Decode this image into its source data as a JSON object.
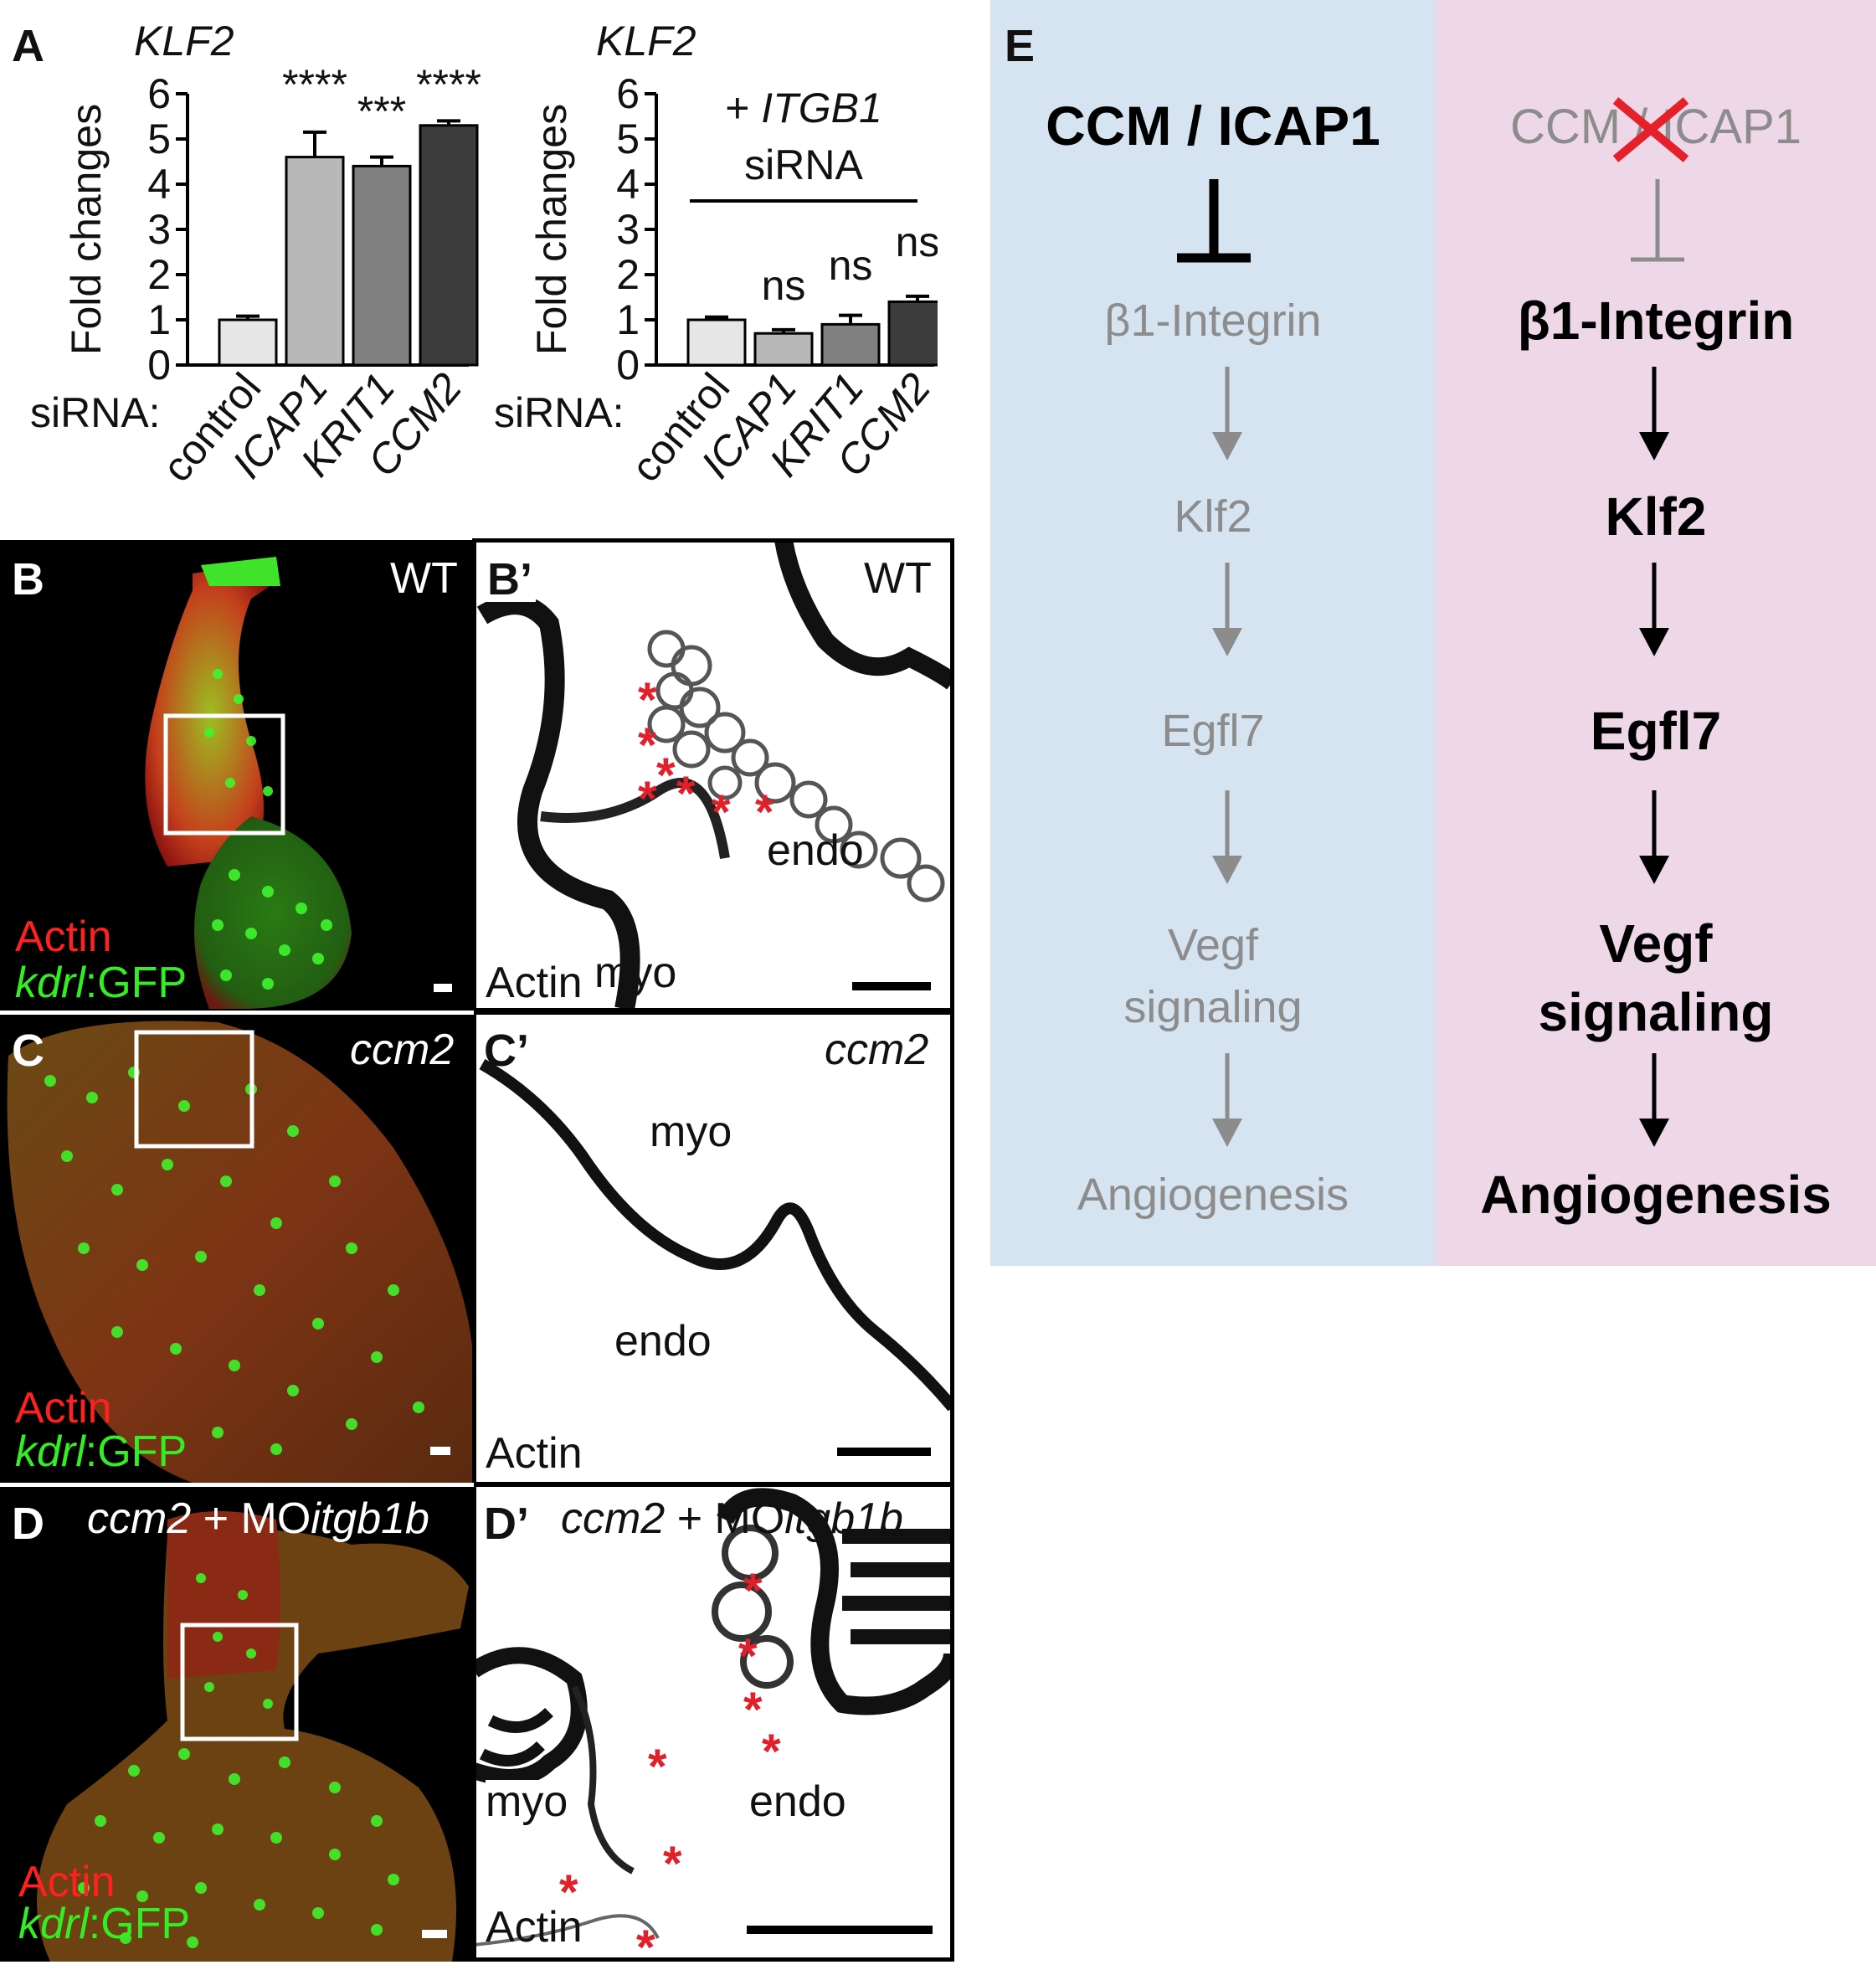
{
  "panel_labels": {
    "A": "A",
    "B": "B",
    "B2": "B’",
    "C": "C",
    "C2": "C’",
    "D": "D",
    "D2": "D’",
    "E": "E"
  },
  "colors": {
    "red_marker": "#e0202a",
    "green": "#29e01e",
    "actin_red": "#d8271f",
    "bg_left_E": "#d6e3f1",
    "bg_right_E": "#eed8e8",
    "gray_text": "#8c8c8c"
  },
  "chart_data": [
    {
      "type": "bar",
      "title": "KLF2",
      "ylabel": "Fold changes",
      "xlabel_prefix": "siRNA:",
      "categories": [
        "control",
        "ICAP1",
        "KRIT1",
        "CCM2"
      ],
      "values": [
        1.0,
        4.6,
        4.4,
        5.3
      ],
      "errors": [
        0.08,
        0.55,
        0.2,
        0.1
      ],
      "significance": [
        "",
        "****",
        "***",
        "****"
      ],
      "bar_colors": [
        "#e6e6e6",
        "#b8b8b8",
        "#808080",
        "#3c3c3c"
      ],
      "yticks": [
        "0",
        "1",
        "2",
        "3",
        "4",
        "5",
        "6"
      ],
      "ylim": [
        0,
        6
      ]
    },
    {
      "type": "bar",
      "title": "KLF2",
      "ylabel": "Fold changes",
      "xlabel_prefix": "siRNA:",
      "annotation_line1": "+ ITGB1",
      "annotation_line2": "siRNA",
      "categories": [
        "control",
        "ICAP1",
        "KRIT1",
        "CCM2"
      ],
      "values": [
        1.0,
        0.7,
        0.9,
        1.4
      ],
      "errors": [
        0.06,
        0.08,
        0.2,
        0.12
      ],
      "significance": [
        "",
        "ns",
        "ns",
        "ns"
      ],
      "bar_colors": [
        "#e6e6e6",
        "#b8b8b8",
        "#808080",
        "#3c3c3c"
      ],
      "yticks": [
        "0",
        "1",
        "2",
        "3",
        "4",
        "5",
        "6"
      ],
      "ylim": [
        0,
        6
      ]
    }
  ],
  "images": {
    "B": {
      "condition": "WT",
      "stain1": "Actin",
      "stain2_italic": "kdrl",
      "stain2_rest": ":GFP"
    },
    "B2": {
      "condition": "WT",
      "stain": "Actin",
      "myo": "myo",
      "endo": "endo",
      "star": "*"
    },
    "C": {
      "condition": "ccm2",
      "stain1": "Actin",
      "stain2_italic": "kdrl",
      "stain2_rest": ":GFP"
    },
    "C2": {
      "condition": "ccm2",
      "stain": "Actin",
      "myo": "myo",
      "endo": "endo"
    },
    "D": {
      "cond_italic1": "ccm2",
      "cond_mid": " + MO",
      "cond_italic2": "itgb1b",
      "stain1": "Actin",
      "stain2_italic": "kdrl",
      "stain2_rest": ":GFP"
    },
    "D2": {
      "cond_italic1": "ccm2",
      "cond_mid": " + MO",
      "cond_italic2": "itgb1b",
      "stain": "Actin",
      "myo": "myo",
      "endo": "endo",
      "star": "*"
    }
  },
  "pathway": {
    "left": {
      "top": "CCM / ICAP1",
      "steps": [
        "β1-Integrin",
        "Klf2",
        "Egfl7",
        "Vegf",
        "signaling",
        "Angiogenesis"
      ]
    },
    "right": {
      "top": "CCM / ICAP1",
      "steps": [
        "β1-Integrin",
        "Klf2",
        "Egfl7",
        "Vegf",
        "signaling",
        "Angiogenesis"
      ]
    }
  }
}
